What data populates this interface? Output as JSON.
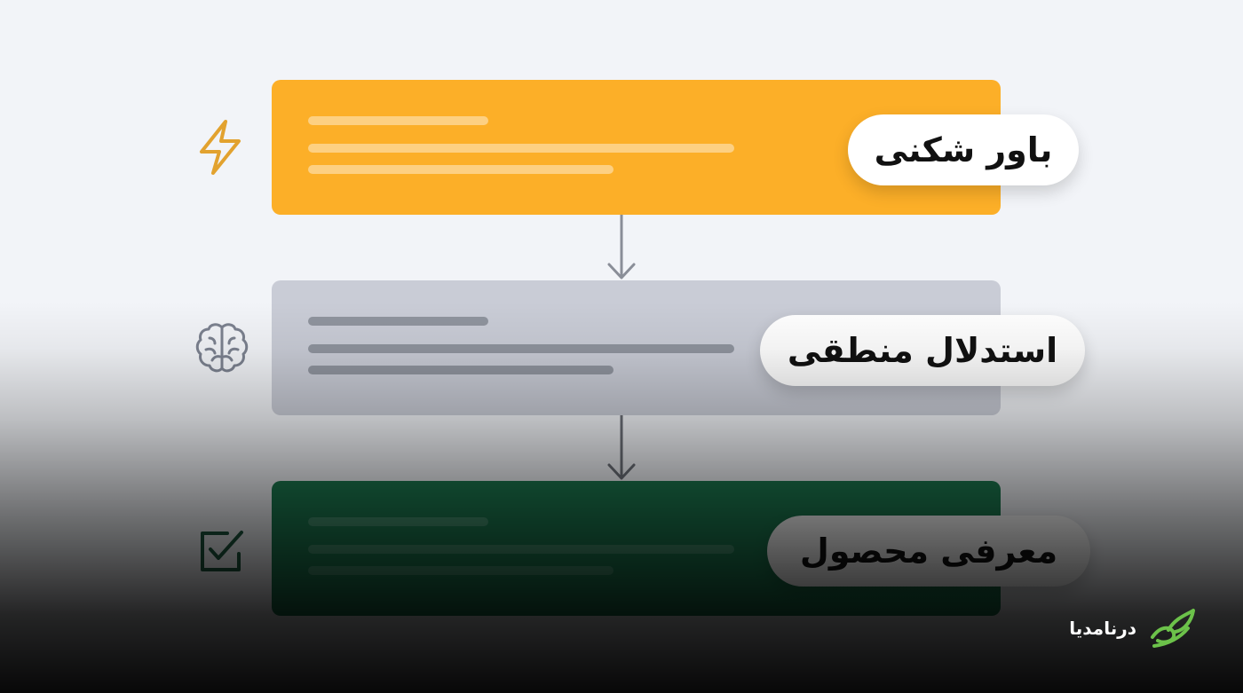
{
  "steps": [
    {
      "title": "باور شکنی",
      "icon": "lightning-icon",
      "color": "#fcaf28"
    },
    {
      "title": "استدلال منطقی",
      "icon": "brain-icon",
      "color": "#c9ccd6"
    },
    {
      "title": "معرفی محصول",
      "icon": "checkbox-icon",
      "color": "#1c7a50"
    }
  ],
  "connectors": [
    "down-arrow",
    "down-arrow"
  ],
  "brand": {
    "name": "درنامدیا",
    "logo": "leaf-logo",
    "color": "#6cc24a"
  }
}
